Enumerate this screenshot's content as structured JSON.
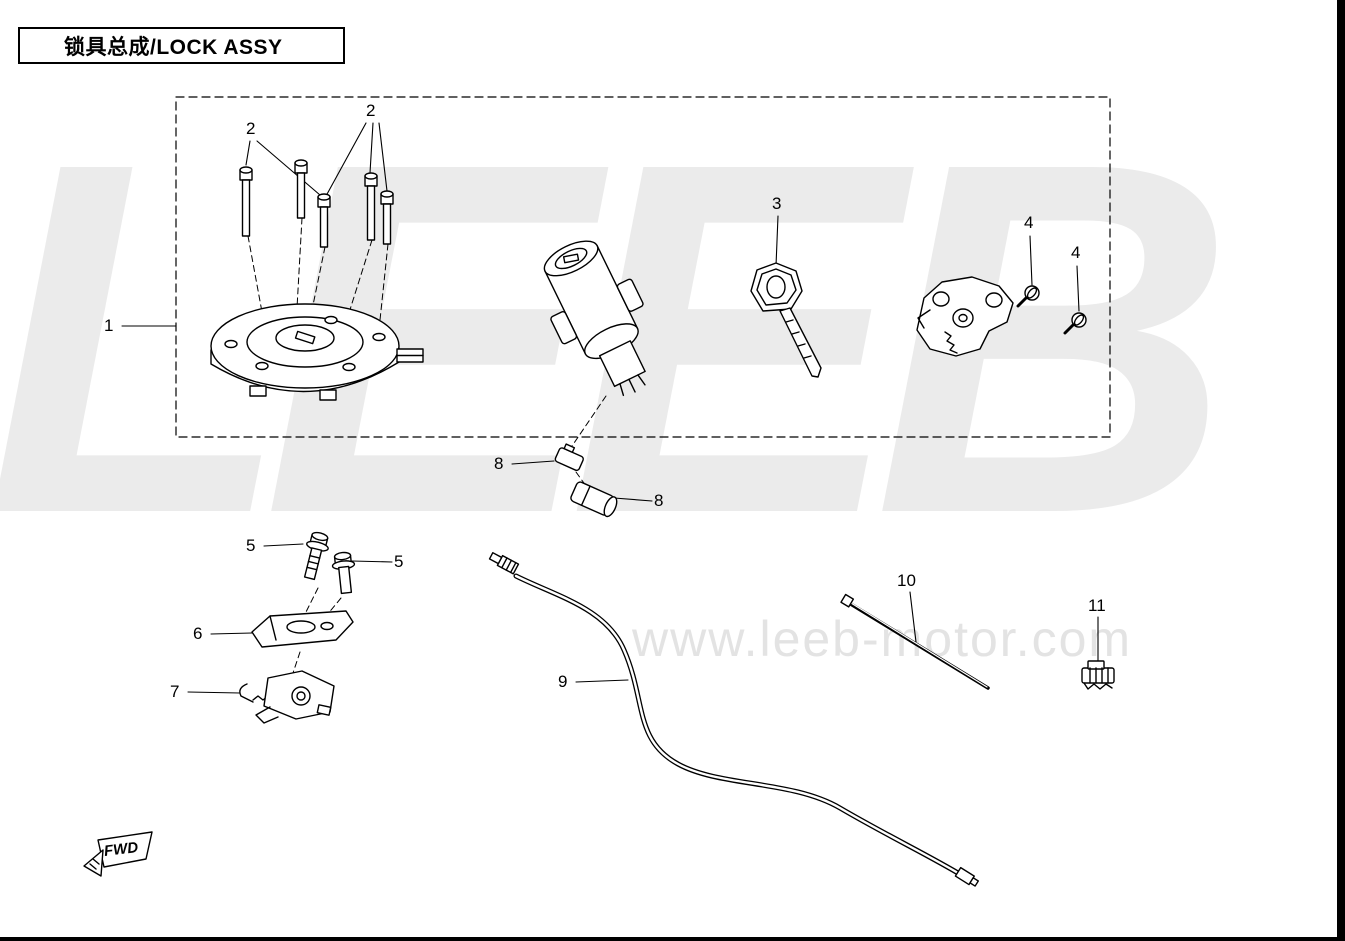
{
  "page": {
    "title": "锁具总成/LOCK ASSY"
  },
  "watermark": {
    "brand": "LEEB",
    "url": "www.leeb-motor.com"
  },
  "direction": {
    "fwd": "FWD"
  },
  "callouts": [
    {
      "num": "1"
    },
    {
      "num": "2"
    },
    {
      "num": "2"
    },
    {
      "num": "3"
    },
    {
      "num": "4"
    },
    {
      "num": "4"
    },
    {
      "num": "5"
    },
    {
      "num": "5"
    },
    {
      "num": "6"
    },
    {
      "num": "7"
    },
    {
      "num": "8"
    },
    {
      "num": "8"
    },
    {
      "num": "9"
    },
    {
      "num": "10"
    },
    {
      "num": "11"
    }
  ]
}
